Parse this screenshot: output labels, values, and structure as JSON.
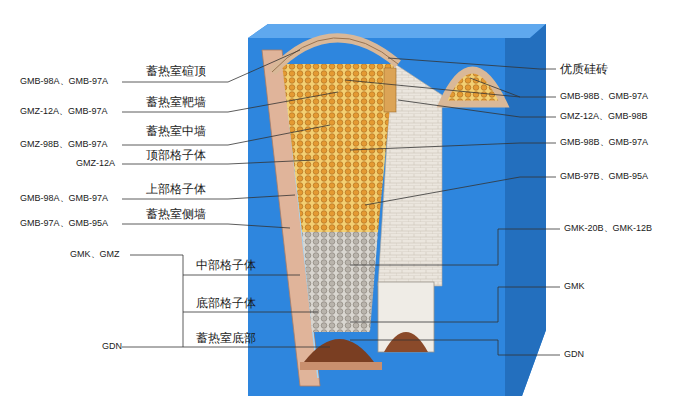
{
  "diagram": {
    "labels": [
      "GMB-98A、GMB-97A",
      "蓄热室碹顶",
      "优质硅砖",
      "GMB-98B、GMB-97A",
      "蓄热室靶墙",
      "GMZ-12A、GMB-97A",
      "GMZ-12A、GMB-98B",
      "蓄热室中墙",
      "GMZ-98B、GMB-97A",
      "GMB-98B、GMB-97A",
      "顶部格子体",
      "GMZ-12A",
      "GMB-97B、GMB-95A",
      "上部格子体",
      "GMB-98A、GMB-97A",
      "蓄热室侧墙",
      "GMB-97A、GMB-95A",
      "GMK-20B、GMK-12B",
      "GMK、GMZ",
      "中部格子体",
      "GMK",
      "底部格子体",
      "蓄热室底部",
      "GDN",
      "GDN"
    ]
  }
}
